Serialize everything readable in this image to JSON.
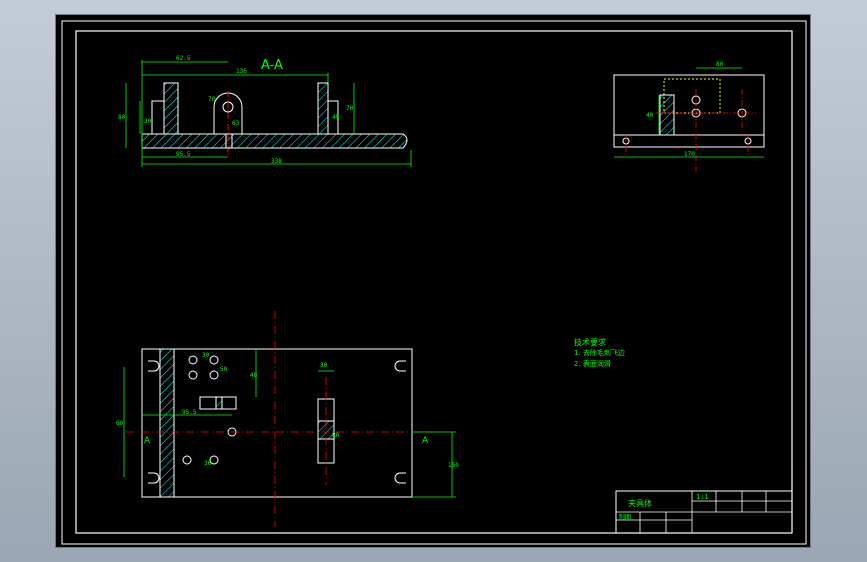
{
  "drawing": {
    "section_label": "A-A",
    "colors": {
      "paper": "#000000",
      "outline": "#ffffff",
      "dimension": "#00ff00",
      "centerline": "#ff0000",
      "hidden_line": "#ffff00",
      "hatch": "#00ffff",
      "sheet_frame": "#ffffff"
    },
    "section_view": {
      "dims": [
        "62.5",
        "136",
        "80",
        "30",
        "95.5",
        "338",
        "70",
        "49",
        "70",
        "63"
      ]
    },
    "side_view": {
      "dims": [
        "80",
        "170",
        "40"
      ]
    },
    "plan_view": {
      "section_marks": [
        "A",
        "A"
      ],
      "dims": [
        "60",
        "48",
        "95.5",
        "80",
        "150",
        "30",
        "30",
        "50",
        "36"
      ]
    },
    "tech_requirements": {
      "title": "技术要求",
      "items": [
        "1. 去除毛刺飞边",
        "2. 表面润滑"
      ]
    },
    "title_block": {
      "name": "夹具体",
      "scale": "1:1",
      "designer": "制图"
    }
  }
}
